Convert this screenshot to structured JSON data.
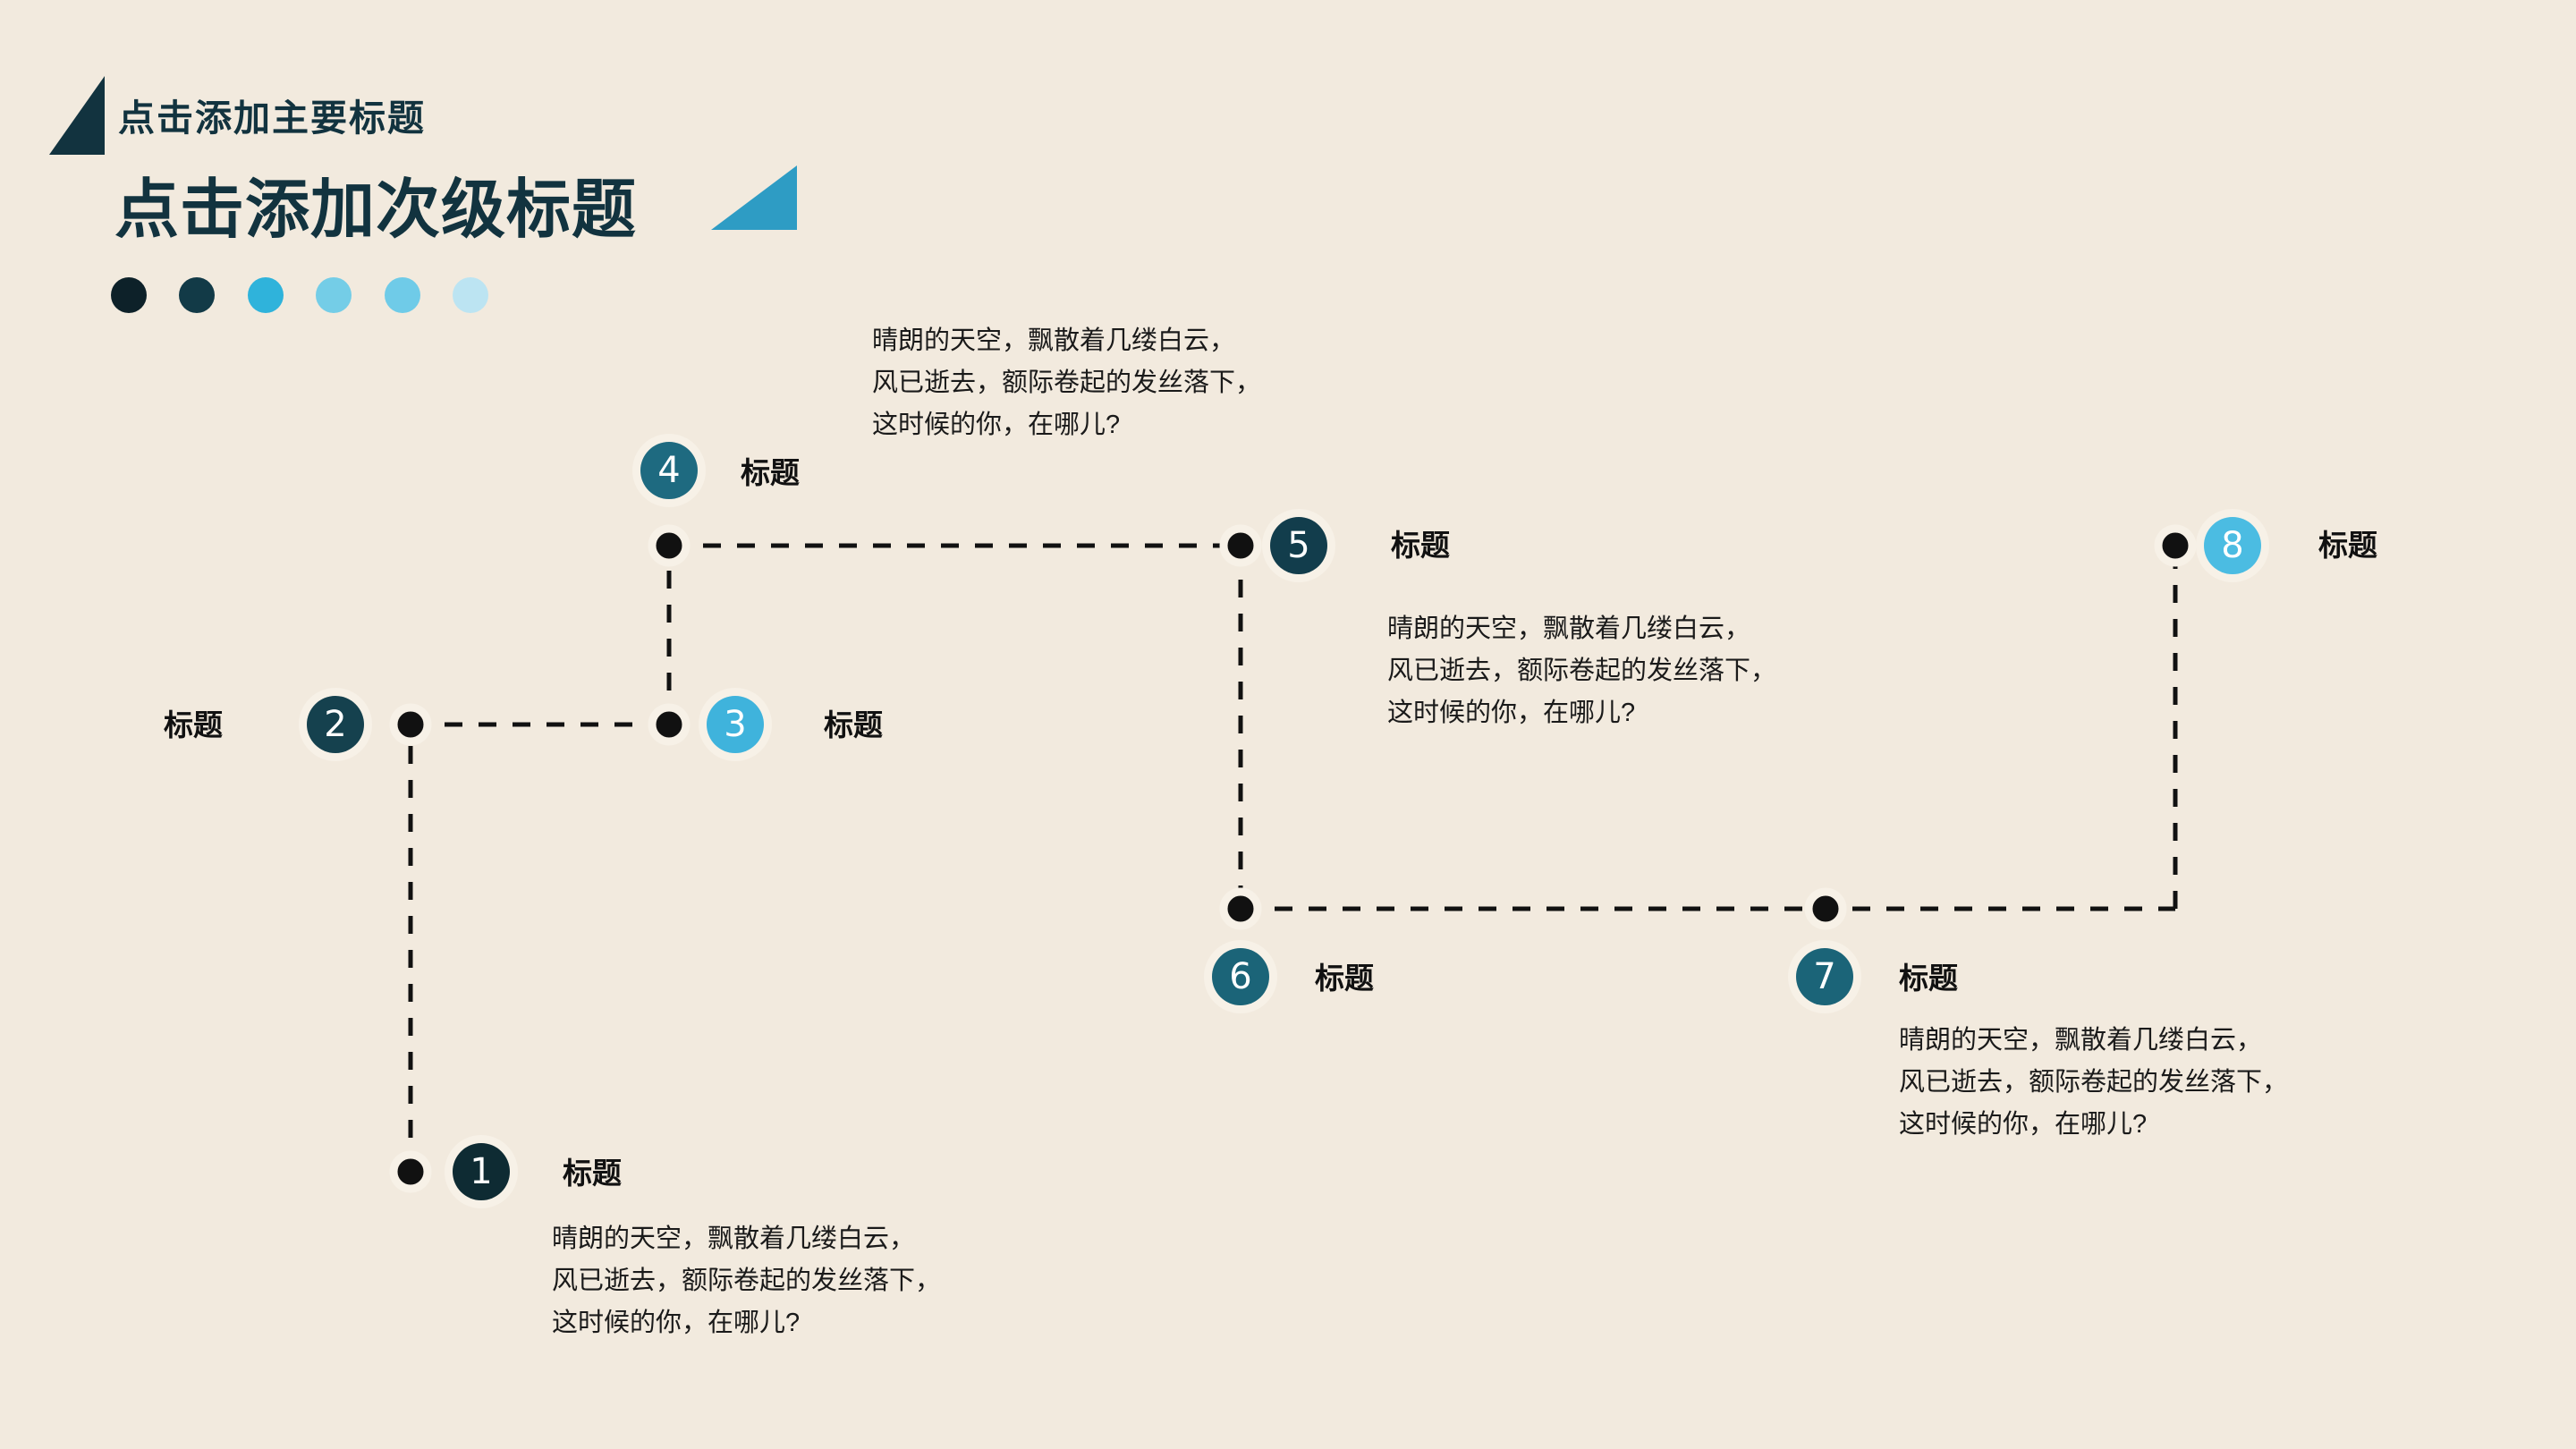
{
  "theme": {
    "background": "#F2EADE",
    "ring": "#F7F1E7",
    "ink": "#12333F",
    "line": "#111111",
    "accent_blue": "#2E9CC4"
  },
  "header": {
    "main_title": "点击添加主要标题",
    "sub_title": "点击添加次级标题",
    "dark_triangle": "triangle-dark",
    "blue_triangle": "triangle-blue",
    "dots": [
      {
        "color": "#0D2129"
      },
      {
        "color": "#123A47"
      },
      {
        "color": "#2FB3DB"
      },
      {
        "color": "#74CDE7"
      },
      {
        "color": "#6FCBE8"
      },
      {
        "color": "#BCE4F2"
      }
    ]
  },
  "body_text": {
    "line1": "晴朗的天空，飘散着几缕白云，",
    "line2": "风已逝去，额际卷起的发丝落下，",
    "line3": "这时候的你，在哪儿?"
  },
  "nodes": [
    {
      "number": "1",
      "title": "标题",
      "color": "#0E2B33",
      "label_side": "right",
      "has_body": true
    },
    {
      "number": "2",
      "title": "标题",
      "color": "#15414E",
      "label_side": "left",
      "has_body": false
    },
    {
      "number": "3",
      "title": "标题",
      "color": "#3FB3DC",
      "label_side": "right",
      "has_body": false
    },
    {
      "number": "4",
      "title": "标题",
      "color": "#1E6A80",
      "label_side": "right",
      "has_body": true
    },
    {
      "number": "5",
      "title": "标题",
      "color": "#123D4C",
      "label_side": "right",
      "has_body": true
    },
    {
      "number": "6",
      "title": "标题",
      "color": "#1B6478",
      "label_side": "right",
      "has_body": false
    },
    {
      "number": "7",
      "title": "标题",
      "color": "#1B6478",
      "label_side": "right",
      "has_body": true
    },
    {
      "number": "8",
      "title": "标题",
      "color": "#4BBCE2",
      "label_side": "right",
      "has_body": false
    }
  ]
}
